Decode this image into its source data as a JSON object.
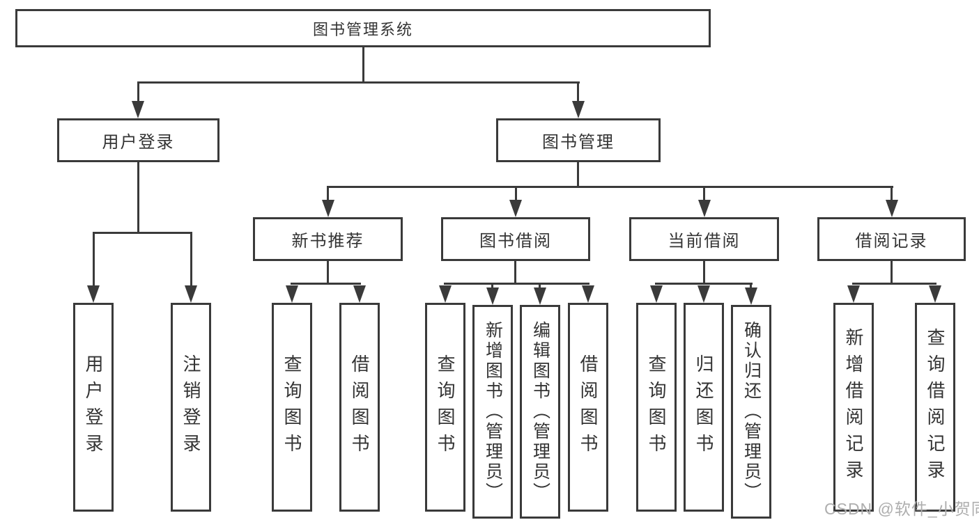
{
  "diagram": {
    "root": {
      "label": "图书管理系统"
    },
    "level2": [
      {
        "label": "用户登录"
      },
      {
        "label": "图书管理"
      }
    ],
    "level3": [
      {
        "label": "新书推荐"
      },
      {
        "label": "图书借阅"
      },
      {
        "label": "当前借阅"
      },
      {
        "label": "借阅记录"
      }
    ],
    "leaves": [
      {
        "label": "用户登录"
      },
      {
        "label": "注销登录"
      },
      {
        "label": "查询图书"
      },
      {
        "label": "借阅图书"
      },
      {
        "label": "查询图书"
      },
      {
        "label": "新增图书（管理员）"
      },
      {
        "label": "编辑图书（管理员）"
      },
      {
        "label": "借阅图书"
      },
      {
        "label": "查询图书"
      },
      {
        "label": "归还图书"
      },
      {
        "label": "确认归还（管理员）"
      },
      {
        "label": "新增借阅记录"
      },
      {
        "label": "查询借阅记录"
      }
    ]
  },
  "watermark": {
    "text": "CSDN @软件_小贺同学"
  },
  "colors": {
    "line": "#3a3a3a",
    "text": "#333333",
    "background": "#ffffff",
    "watermark": "#aeaeae"
  }
}
